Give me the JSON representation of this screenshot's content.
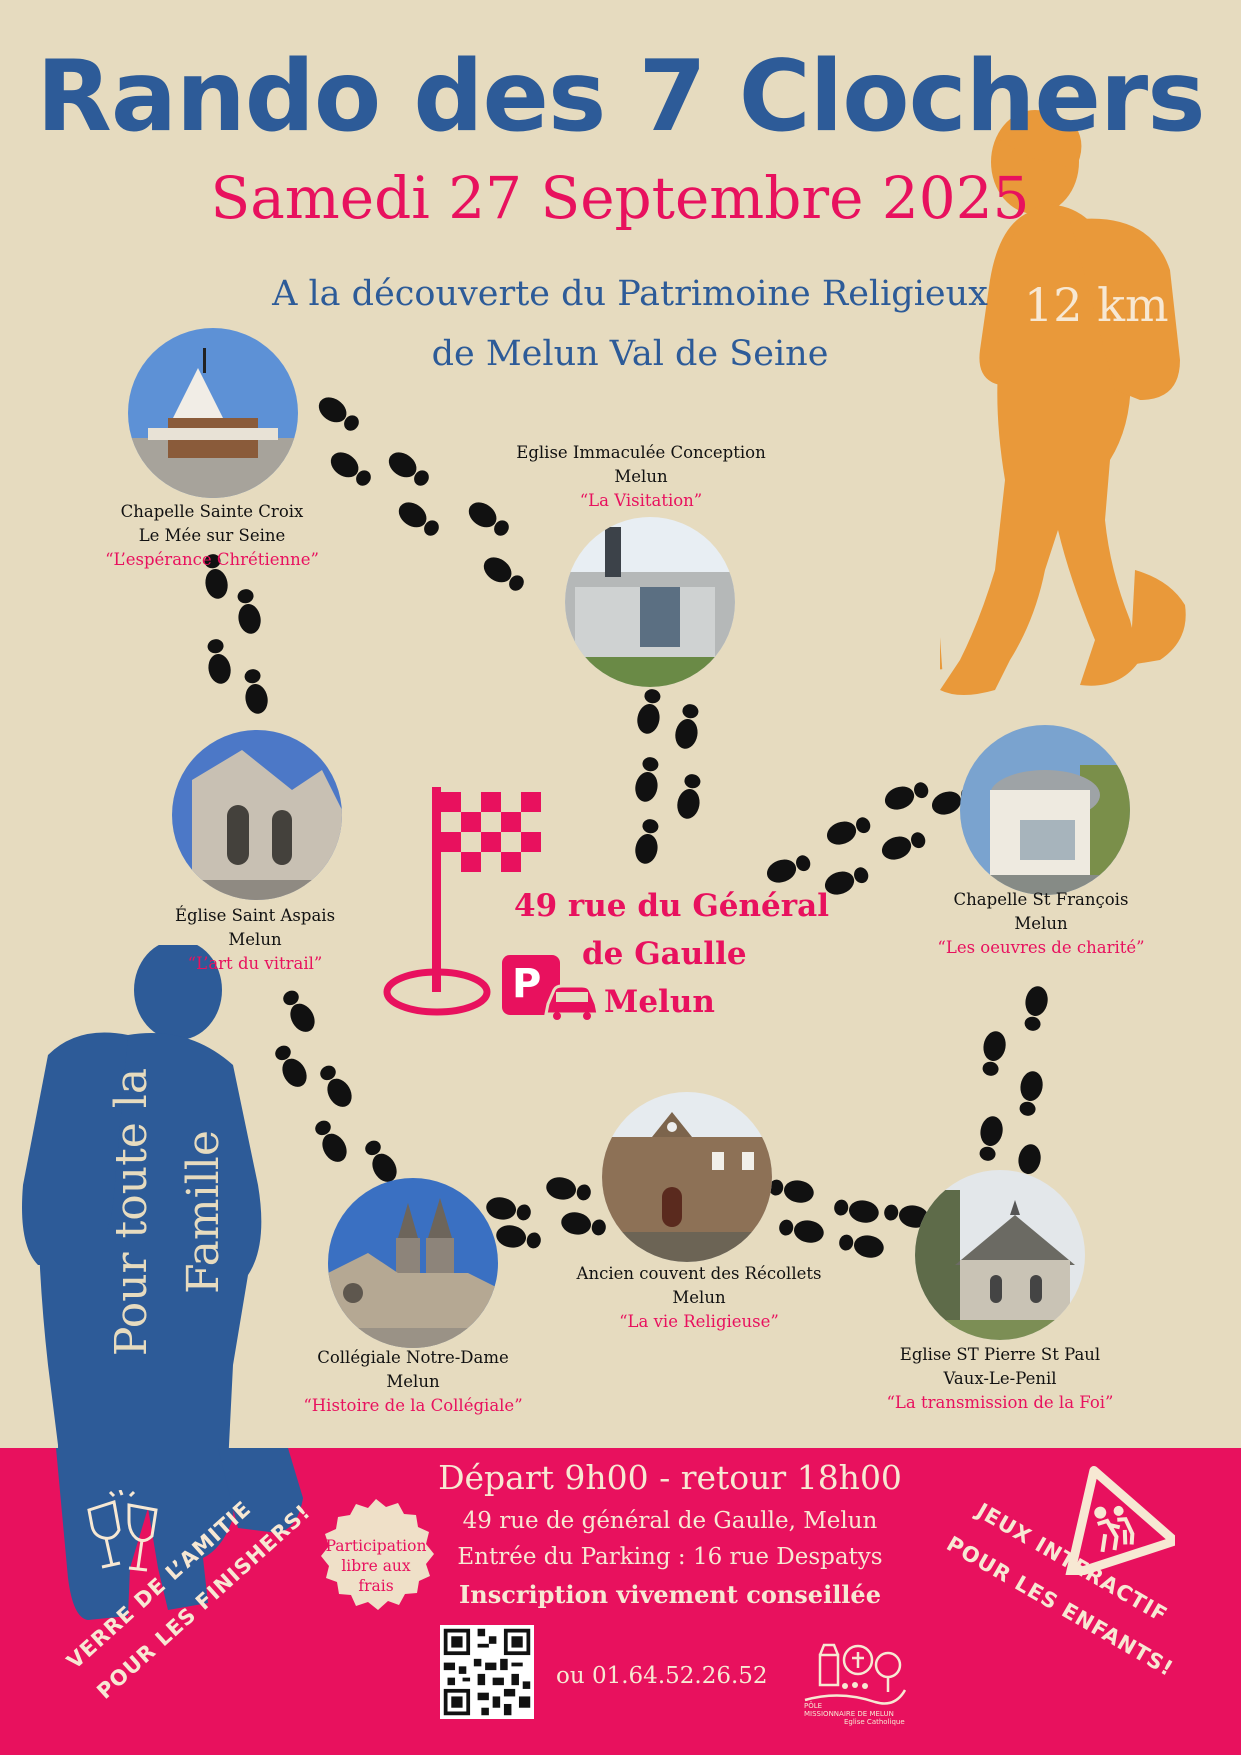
{
  "poster": {
    "title": "Rando des 7 Clochers",
    "date": "Samedi 27 Septembre 2025",
    "subtitle_line1": "A la découverte du Patrimoine Religieux",
    "subtitle_line2": "de Melun Val de Seine",
    "distance": "12 km",
    "family_line1": "Pour toute la",
    "family_line2": "Famille"
  },
  "churches": [
    {
      "name": "Chapelle Sainte Croix",
      "town": "Le Mée sur Seine",
      "theme": "“L’espérance Chrétienne”"
    },
    {
      "name": "Eglise Immaculée Conception",
      "town": "Melun",
      "theme": "“La Visitation”"
    },
    {
      "name": "Église Saint Aspais",
      "town": "Melun",
      "theme": "“L’art du vitrail”"
    },
    {
      "name": "Chapelle St François",
      "town": "Melun",
      "theme": "“Les oeuvres de charité”"
    },
    {
      "name": "Collégiale Notre-Dame",
      "town": "Melun",
      "theme": "“Histoire de la Collégiale”"
    },
    {
      "name": "Ancien couvent des Récollets",
      "town": "Melun",
      "theme": "“La vie Religieuse”"
    },
    {
      "name": "Eglise ST Pierre St Paul",
      "town": "Vaux-Le-Penil",
      "theme": "“La transmission de la Foi”"
    }
  ],
  "start": {
    "line1": "49 rue du Général",
    "line2": "de Gaulle",
    "line3": "Melun",
    "parking_letter": "P"
  },
  "footer": {
    "depart": "Départ 9h00 - retour 18h00",
    "address": "49 rue de général de Gaulle, Melun",
    "parking": "Entrée du Parking : 16 rue Despatys",
    "inscription": "Inscription vivement conseillée",
    "phone": "ou  01.64.52.26.52",
    "participation_line1": "Participation",
    "participation_line2": "libre aux",
    "participation_line3": "frais",
    "amitie_line1": "VERRE DE L’AMITIE",
    "amitie_line2": "POUR LES FINISHERS!",
    "jeux_line1": "JEUX INTERACTIF",
    "jeux_line2": "POUR LES ENFANTS!",
    "logo_line1": "PÔLE",
    "logo_line2": "MISSIONNAIRE DE MELUN",
    "logo_line3": "Eglise Catholique"
  },
  "colors": {
    "background": "#e6dbbf",
    "blue": "#2d5b98",
    "pink": "#e8115e",
    "orange": "#e9993a",
    "cream": "#f7e8d3"
  }
}
